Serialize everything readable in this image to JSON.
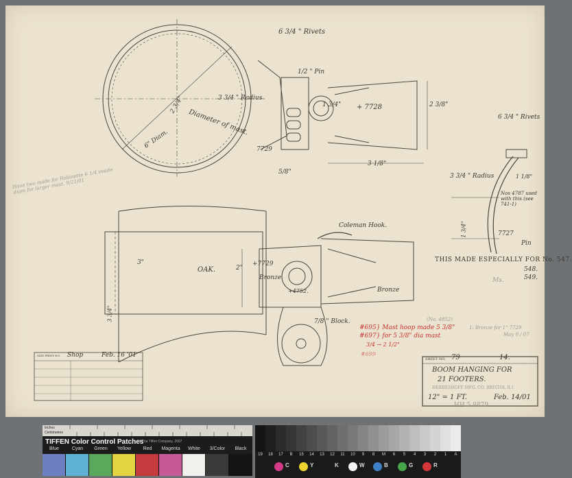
{
  "drawing": {
    "top_callouts": {
      "rivets_top": "6 3/4 \" Rivets",
      "pin": "1/2 \" Pin",
      "radius": "3 3/4 \" Radius",
      "part_7728": "+ 7728",
      "dim_2_3_8": "2 3/8\"",
      "dim_1_3_4": "1 3/4\"",
      "diameter_of_mast": "Diameter of mast.",
      "six_diam": "6\" Diam.",
      "dim_5_8": "5/8\"",
      "dim_3_1_8": "3 1/8\"",
      "part_7729": "7729",
      "dim_2_3_4": "2 3/4\""
    },
    "left_margin_note": "Have two made for Robinette 6 1/4 inside diam for larger mast. 9/21/01",
    "right_detail": {
      "rivets": "6 3/4 \" Rivets",
      "radius": "3 3/4 \" Radius",
      "dim_1_1_8": "1 1/8\"",
      "note_4787": "Nos 4787 used with this (see 741-1)",
      "part_7727": "7727",
      "pin": "Pin",
      "dim_1_3_4": "1 3/4\""
    },
    "special_note_line1": "THIS MADE ESPECIALLY FOR No. 547.",
    "special_note_line2": "548.",
    "special_note_line3": "549.",
    "bottom_view": {
      "coleman_hook": "Coleman Hook.",
      "oak": "OAK.",
      "three_in": "3\"",
      "two_in": "2\"",
      "part_7729": "+7729",
      "bronze_left": "Bronze",
      "part_4752": "+4752.",
      "bronze_right": "Bronze",
      "block": "7/8 \" Block.",
      "dim_left": "3 3/4\""
    },
    "red_notes": [
      "#695} Mast hoop made 5 3/8\"",
      "#697} for 5 3/8\" dia mast",
      "3/4 → 2 1/2\"",
      "#699"
    ],
    "pencil_notes": {
      "number_7729": "1: Bronze for 1\" 7729",
      "numbers_mid": "(No. 4852)",
      "signature": "May 9 / 07",
      "sheet_num": "HH.5.8879",
      "check": "Ms."
    },
    "title_block": {
      "sheet_label": "SHEET NO.",
      "sheet_no": "79",
      "pattern_no": "14.",
      "title_line1": "BOOM HANGING FOR",
      "title_line2": "21 FOOTERS.",
      "company": "HERRESHOFF MFG. CO. BRISTOL R.I.",
      "scale": "12\" = 1 FT.",
      "date": "Feb. 14/01"
    },
    "record_block": {
      "header_left": "SIZE PRINT NO.",
      "shop": "Shop",
      "date": "Feb. 16 '01"
    }
  },
  "color_card": {
    "ruler_label_top": "Inches",
    "ruler_label_bottom": "Centimetres",
    "brand": "TIFFEN Color Control Patches",
    "copyright": "© The Tiffen Company, 2007",
    "swatches": [
      {
        "name": "Blue",
        "color": "#6d7fc0"
      },
      {
        "name": "Cyan",
        "color": "#5fb2d3"
      },
      {
        "name": "Green",
        "color": "#5aa85b"
      },
      {
        "name": "Yellow",
        "color": "#e4d443"
      },
      {
        "name": "Red",
        "color": "#c43b3e"
      },
      {
        "name": "Magenta",
        "color": "#c65a98"
      },
      {
        "name": "White",
        "color": "#f0f0ec"
      },
      {
        "name": "3/Color",
        "color": "#3a3a38"
      },
      {
        "name": "Black",
        "color": "#141414"
      }
    ]
  },
  "gray_scale": {
    "numbers": [
      "19",
      "18",
      "17",
      "B",
      "15",
      "14",
      "13",
      "12",
      "11",
      "10",
      "9",
      "8",
      "M",
      "6",
      "5",
      "4",
      "3",
      "2",
      "1",
      "A"
    ],
    "dots": [
      {
        "label": "C",
        "color": "#d23a87"
      },
      {
        "label": "Y",
        "color": "#eed431"
      },
      {
        "label": "K",
        "color": "#1b1b1b"
      },
      {
        "label": "W",
        "color": "#f4f4f4"
      },
      {
        "label": "B",
        "color": "#3d80c7"
      },
      {
        "label": "G",
        "color": "#47a448"
      },
      {
        "label": "R",
        "color": "#d3373a"
      }
    ]
  }
}
